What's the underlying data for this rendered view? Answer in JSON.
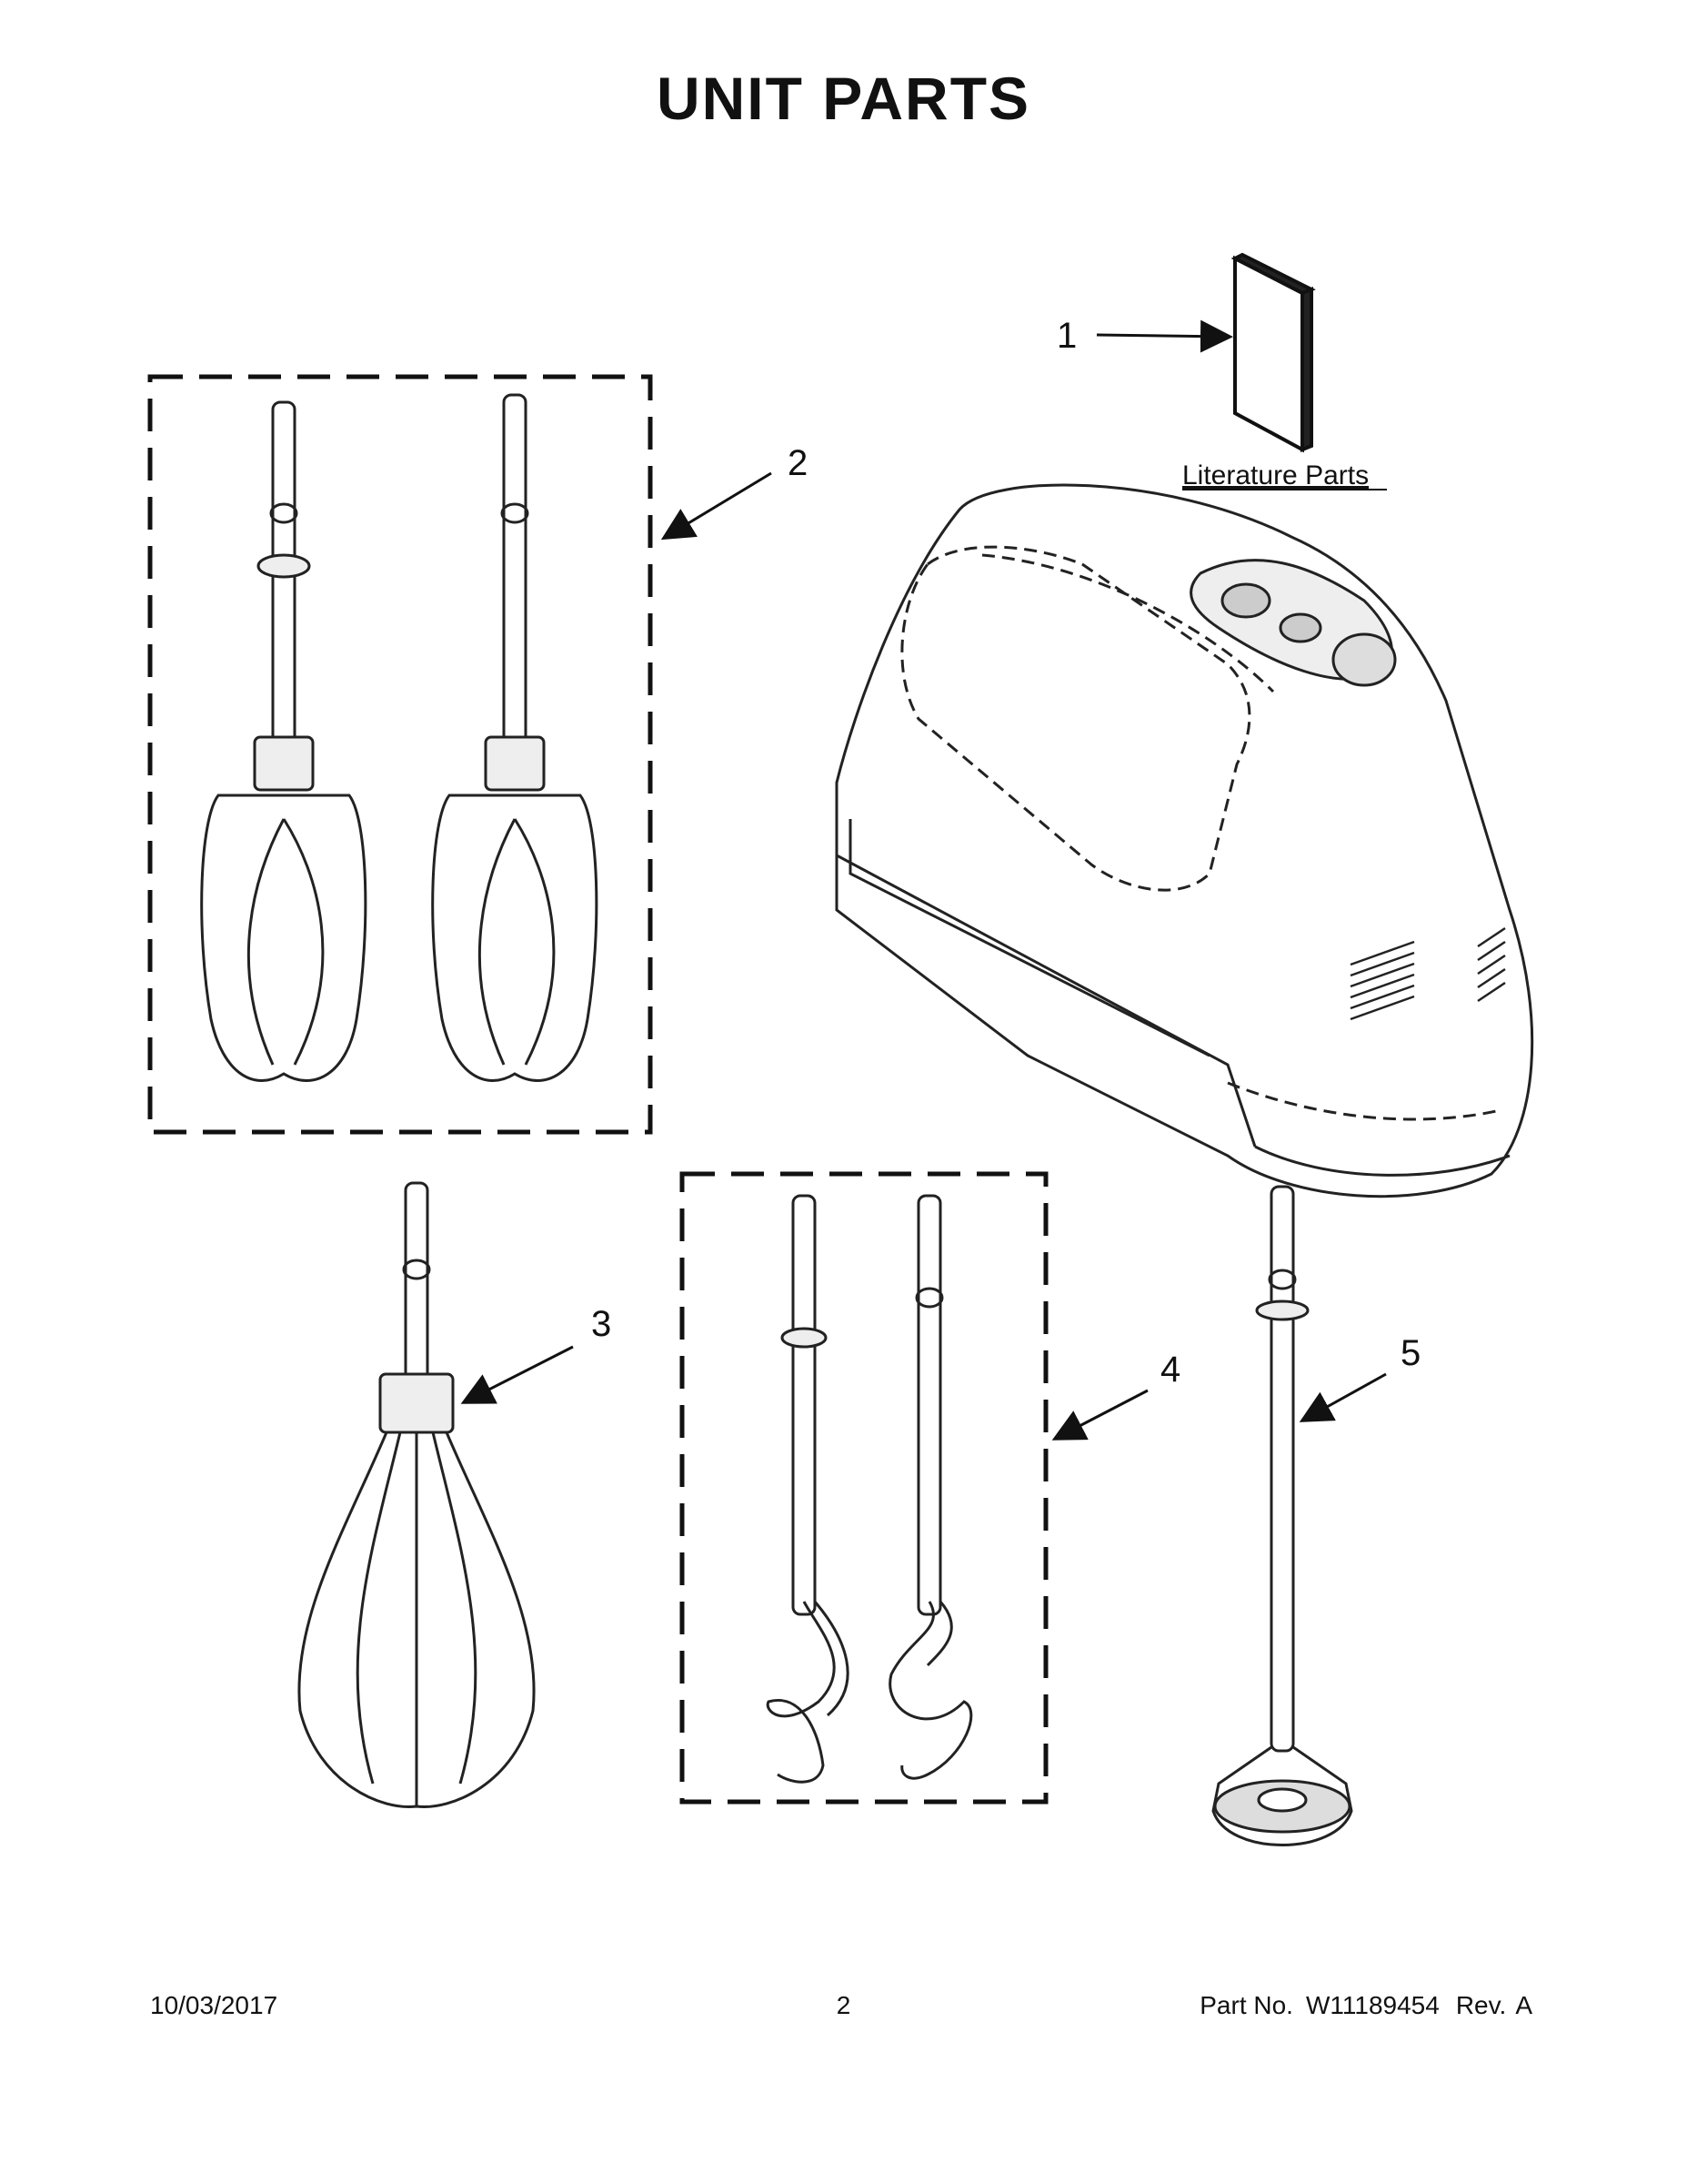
{
  "title": "UNIT PARTS",
  "callouts": [
    "1",
    "2",
    "3",
    "4",
    "5"
  ],
  "literature_label": "Literature Parts",
  "footer": {
    "date": "10/03/2017",
    "page": "2",
    "part_no_label": "Part No.",
    "part_no": "W11189454",
    "rev_label": "Rev.",
    "rev": "A"
  }
}
